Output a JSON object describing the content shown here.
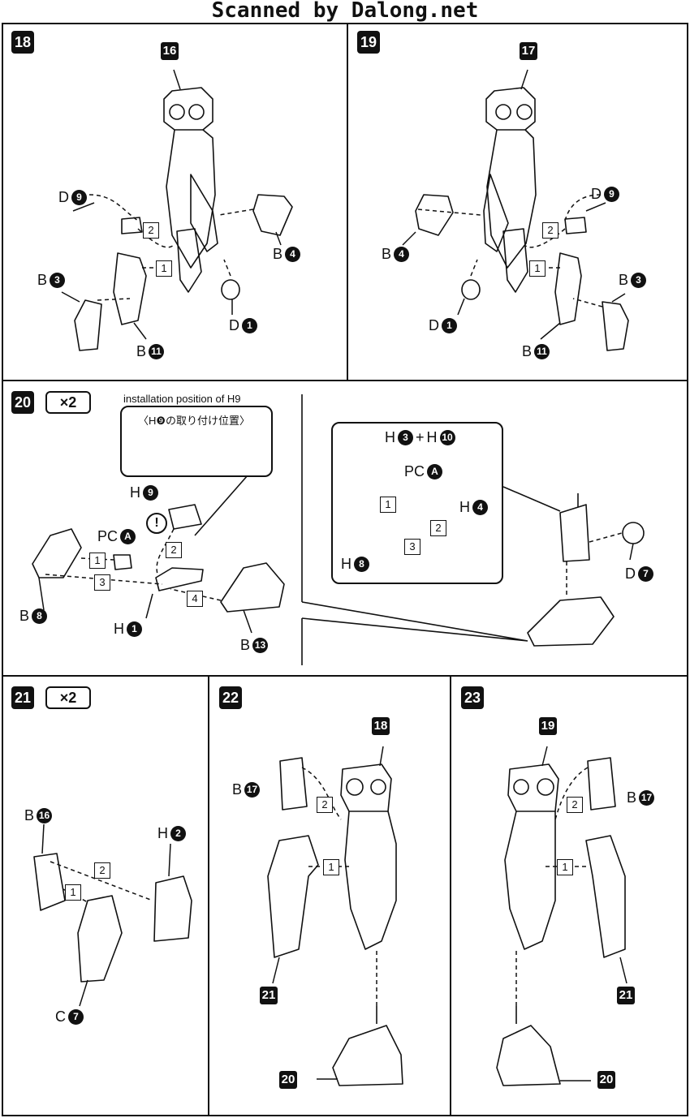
{
  "watermark": "Scanned by Dalong.net",
  "panels": {
    "p18": {
      "step": "18",
      "ref": "16",
      "seq": [
        "1",
        "2"
      ],
      "parts": {
        "d9": {
          "letter": "D",
          "num": "9"
        },
        "b4": {
          "letter": "B",
          "num": "4"
        },
        "b3": {
          "letter": "B",
          "num": "3"
        },
        "d1": {
          "letter": "D",
          "num": "1"
        },
        "b11": {
          "letter": "B",
          "num": "11"
        }
      }
    },
    "p19": {
      "step": "19",
      "ref": "17",
      "seq": [
        "1",
        "2"
      ],
      "parts": {
        "d9": {
          "letter": "D",
          "num": "9"
        },
        "b4": {
          "letter": "B",
          "num": "4"
        },
        "b3": {
          "letter": "B",
          "num": "3"
        },
        "d1": {
          "letter": "D",
          "num": "1"
        },
        "b11": {
          "letter": "B",
          "num": "11"
        }
      }
    },
    "p20": {
      "step": "20",
      "mult": "×2",
      "note_en": "installation position of H9",
      "note_jp": "〈H❾の取り付け位置〉",
      "seq": [
        "1",
        "2",
        "3",
        "4"
      ],
      "sub_seq": [
        "1",
        "2",
        "3"
      ],
      "parts": {
        "h9": {
          "letter": "H",
          "num": "9"
        },
        "pca": {
          "letter": "PC",
          "num": "A"
        },
        "b8": {
          "letter": "B",
          "num": "8"
        },
        "h1": {
          "letter": "H",
          "num": "1"
        },
        "b13": {
          "letter": "B",
          "num": "13"
        },
        "h3h10": {
          "a": "H",
          "a_num": "3",
          "plus": "+",
          "b": "H",
          "b_num": "10"
        },
        "pca2": {
          "letter": "PC",
          "num": "A"
        },
        "h4": {
          "letter": "H",
          "num": "4"
        },
        "h8": {
          "letter": "H",
          "num": "8"
        },
        "d7": {
          "letter": "D",
          "num": "7"
        }
      }
    },
    "p21": {
      "step": "21",
      "mult": "×2",
      "seq": [
        "1",
        "2"
      ],
      "parts": {
        "b16": {
          "letter": "B",
          "num": "16"
        },
        "h2": {
          "letter": "H",
          "num": "2"
        },
        "c7": {
          "letter": "C",
          "num": "7"
        }
      }
    },
    "p22": {
      "step": "22",
      "ref_top": "18",
      "ref_left": "21",
      "ref_bottom": "20",
      "seq": [
        "1",
        "2"
      ],
      "parts": {
        "b17": {
          "letter": "B",
          "num": "17"
        }
      }
    },
    "p23": {
      "step": "23",
      "ref_top": "19",
      "ref_right": "21",
      "ref_bottom": "20",
      "seq": [
        "1",
        "2"
      ],
      "parts": {
        "b17": {
          "letter": "B",
          "num": "17"
        }
      }
    }
  }
}
